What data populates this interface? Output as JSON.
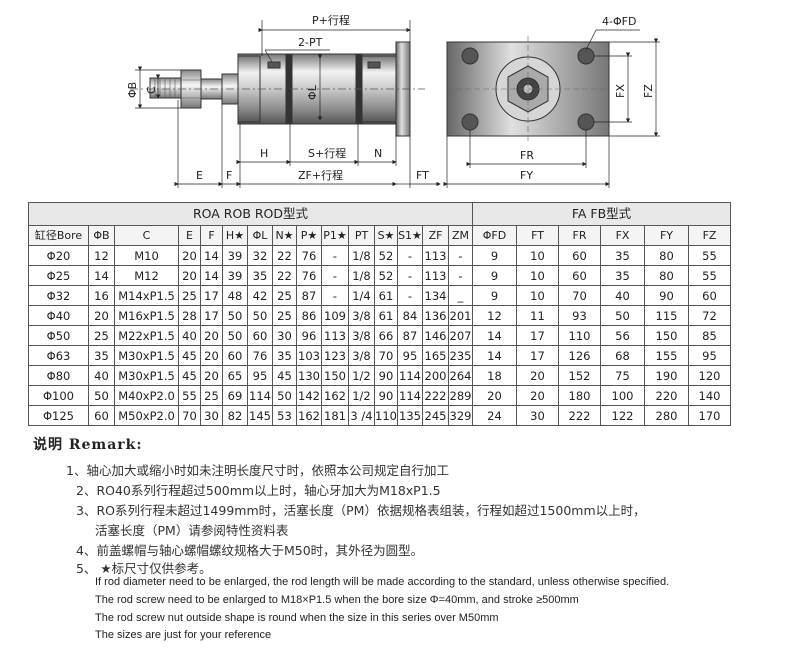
{
  "drawing": {
    "side_labels": {
      "p_stroke": "P+行程",
      "two_pt": "2-PT",
      "phi_b": "ΦB",
      "c": "C",
      "phi_l": "ΦL",
      "h": "H",
      "s_stroke": "S+行程",
      "n": "N",
      "e": "E",
      "f": "F",
      "zf_stroke": "ZF+行程",
      "ft": "FT"
    },
    "front_labels": {
      "four_fd": "4-ΦFD",
      "fx": "FX",
      "fz": "FZ",
      "fr": "FR",
      "fy": "FY"
    }
  },
  "table": {
    "group_left": "ROA  ROB ROD型式",
    "group_right": "FA FB型式",
    "headers": [
      "缸径Bore",
      "ΦB",
      "C",
      "E",
      "F",
      "H★",
      "ΦL",
      "N★",
      "P★",
      "P1★",
      "PT",
      "S★",
      "S1★",
      "ZF",
      "ZM",
      "ΦFD",
      "FT",
      "FR",
      "FX",
      "FY",
      "FZ"
    ],
    "rows": [
      [
        "Φ20",
        "12",
        "M10",
        "20",
        "14",
        "39",
        "32",
        "22",
        "76",
        "-",
        "1/8",
        "52",
        "-",
        "113",
        "-",
        "9",
        "10",
        "60",
        "35",
        "80",
        "55"
      ],
      [
        "Φ25",
        "14",
        "M12",
        "20",
        "14",
        "39",
        "35",
        "22",
        "76",
        "-",
        "1/8",
        "52",
        "-",
        "113",
        "-",
        "9",
        "10",
        "60",
        "35",
        "80",
        "55"
      ],
      [
        "Φ32",
        "16",
        "M14xP1.5",
        "25",
        "17",
        "48",
        "42",
        "25",
        "87",
        "-",
        "1/4",
        "61",
        "-",
        "134",
        "_",
        "9",
        "10",
        "70",
        "40",
        "90",
        "60"
      ],
      [
        "Φ40",
        "20",
        "M16xP1.5",
        "28",
        "17",
        "50",
        "50",
        "25",
        "86",
        "109",
        "3/8",
        "61",
        "84",
        "136",
        "201",
        "12",
        "11",
        "93",
        "50",
        "115",
        "72"
      ],
      [
        "Φ50",
        "25",
        "M22xP1.5",
        "40",
        "20",
        "50",
        "60",
        "30",
        "96",
        "113",
        "3/8",
        "66",
        "87",
        "146",
        "207",
        "14",
        "17",
        "110",
        "56",
        "150",
        "85"
      ],
      [
        "Φ63",
        "35",
        "M30xP1.5",
        "45",
        "20",
        "60",
        "76",
        "35",
        "103",
        "123",
        "3/8",
        "70",
        "95",
        "165",
        "235",
        "14",
        "17",
        "126",
        "68",
        "155",
        "95"
      ],
      [
        "Φ80",
        "40",
        "M30xP1.5",
        "45",
        "20",
        "65",
        "95",
        "45",
        "130",
        "150",
        "1/2",
        "90",
        "114",
        "200",
        "264",
        "18",
        "20",
        "152",
        "75",
        "190",
        "120"
      ],
      [
        "Φ100",
        "50",
        "M40xP2.0",
        "55",
        "25",
        "69",
        "114",
        "50",
        "142",
        "162",
        "1/2",
        "90",
        "114",
        "222",
        "289",
        "20",
        "20",
        "180",
        "100",
        "220",
        "140"
      ],
      [
        "Φ125",
        "60",
        "M50xP2.0",
        "70",
        "30",
        "82",
        "145",
        "53",
        "162",
        "181",
        "3 /4",
        "110",
        "135",
        "245",
        "329",
        "24",
        "30",
        "222",
        "122",
        "280",
        "170"
      ]
    ]
  },
  "remarks": {
    "title": "说明 Remark:",
    "items": [
      "1、轴心加大或缩小时如未注明长度尺寸时，依照本公司规定自行加工",
      "2、RO40系列行程超过500mm以上时，轴心牙加大为M18xP1.5",
      "3、RO系列行程未超过1499mm时，活塞长度（PM）依据规格表组装，行程如超过1500mm以上时，",
      "活塞长度（PM）请参阅特性资料表",
      "4、前盖螺帽与轴心螺帽螺纹规格大于M50时，其外径为圆型。",
      "5、 ★标尺寸仅供参考。"
    ],
    "english": [
      "If rod diameter need to be enlarged, the rod length will be made according to the standard, unless otherwise specified.",
      "The rod screw need to be enlarged to M18×P1.5 when the bore size Φ=40mm, and stroke ≥500mm",
      "The rod screw nut outside shape is round when the size in this series over M50mm",
      "The sizes are just for your reference"
    ]
  }
}
